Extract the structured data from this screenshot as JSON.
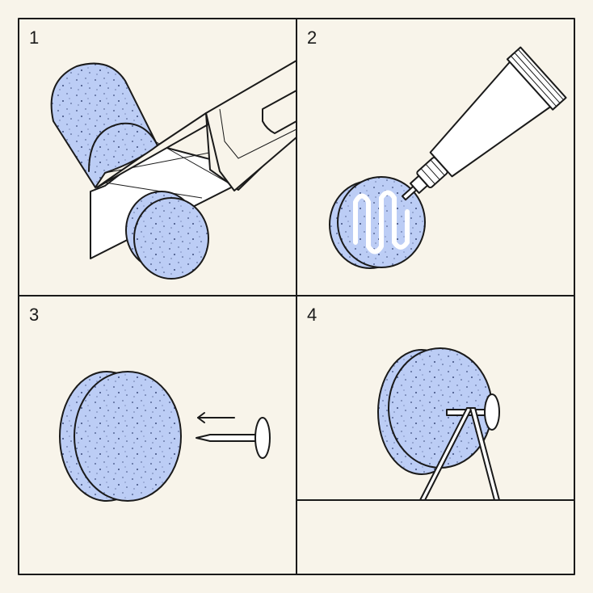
{
  "steps": [
    {
      "number": "1"
    },
    {
      "number": "2"
    },
    {
      "number": "3"
    },
    {
      "number": "4"
    }
  ],
  "colors": {
    "background": "#f8f4ea",
    "foam": "#bccdf5",
    "speckle": "#3a4a7a",
    "outline": "#1a1a1a"
  }
}
